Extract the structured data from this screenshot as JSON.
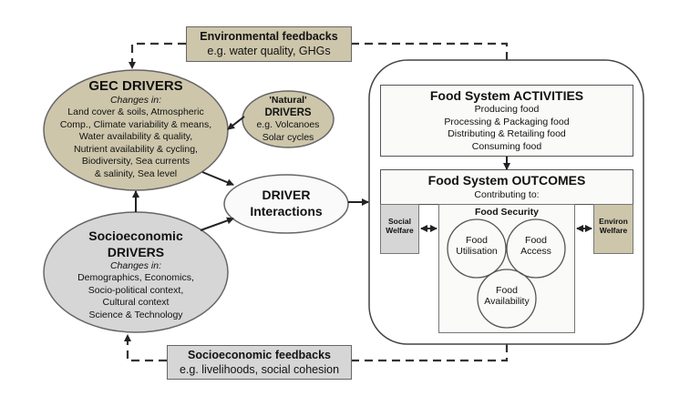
{
  "colors": {
    "tan": "#cdc6ab",
    "gray": "#d6d6d6",
    "box_fill": "#fafaf8",
    "line": "#222222"
  },
  "env_feedbacks": {
    "title": "Environmental feedbacks",
    "subtitle": "e.g. water quality, GHGs"
  },
  "socio_feedbacks": {
    "title": "Socioeconomic feedbacks",
    "subtitle": "e.g. livelihoods, social cohesion"
  },
  "gec_drivers": {
    "title": "GEC DRIVERS",
    "changes_label": "Changes in:",
    "lines": [
      "Land cover & soils, Atmospheric",
      "Comp., Climate variability & means,",
      "Water availability & quality,",
      "Nutrient availability & cycling,",
      "Biodiversity, Sea currents",
      "& salinity, Sea level"
    ]
  },
  "natural_drivers": {
    "title_1": "'Natural'",
    "title_2": "DRIVERS",
    "lines": [
      "e.g. Volcanoes",
      "Solar cycles"
    ]
  },
  "socio_drivers": {
    "title_1": "Socioeconomic",
    "title_2": "DRIVERS",
    "changes_label": "Changes in:",
    "lines": [
      "Demographics, Economics,",
      "Socio-political context,",
      "Cultural context",
      "Science & Technology"
    ]
  },
  "driver_interactions": {
    "line_1": "DRIVER",
    "line_2": "Interactions"
  },
  "activities": {
    "title": "Food System ACTIVITIES",
    "lines": [
      "Producing food",
      "Processing & Packaging food",
      "Distributing & Retailing food",
      "Consuming food"
    ]
  },
  "outcomes": {
    "title": "Food System OUTCOMES",
    "subtitle": "Contributing to:"
  },
  "social_welfare": {
    "line_1": "Social",
    "line_2": "Welfare"
  },
  "environ_welfare": {
    "line_1": "Environ",
    "line_2": "Welfare"
  },
  "food_security": {
    "title": "Food Security",
    "utilisation": {
      "line_1": "Food",
      "line_2": "Utilisation"
    },
    "access": {
      "line_1": "Food",
      "line_2": "Access"
    },
    "availability": {
      "line_1": "Food",
      "line_2": "Availability"
    }
  }
}
